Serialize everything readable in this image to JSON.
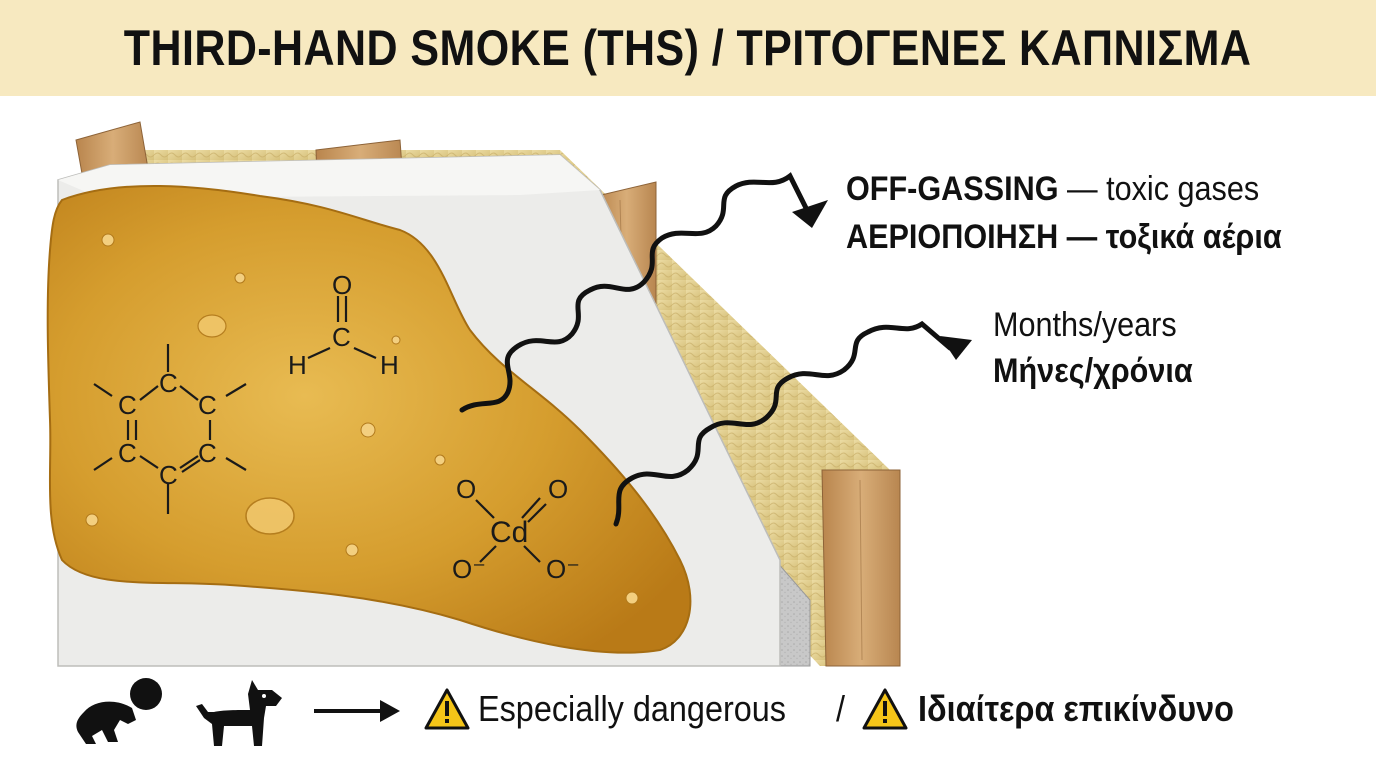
{
  "header": {
    "title": "THIRD-HAND SMOKE (THS) / ΤΡΙΤΟΓΕΝΕΣ ΚΑΠΝΙΣΜΑ"
  },
  "labels": {
    "offgassing_en_bold": "OFF-GASSING",
    "offgassing_en_rest": " — toxic gases",
    "offgassing_gr_bold": "ΑΕΡΙΟΠΟΙΗΣΗ — τοξικά αέρια",
    "duration_en": "Months/years",
    "duration_gr": "Μήνες/χρόνια"
  },
  "molecules": {
    "formaldehyde": {
      "o": "O",
      "c": "C",
      "h": "H"
    },
    "benzene_atom": "C",
    "cadmium": {
      "center": "Cd",
      "o": "O",
      "ominus": "O⁻"
    }
  },
  "warning": {
    "en": "Especially dangerous",
    "separator": "/",
    "gr": "Ιδιαίτερα επικίνδυνο",
    "icon": "warning-triangle-icon"
  },
  "icons": [
    "crawling-baby-icon",
    "dog-icon",
    "arrow-right-icon",
    "warning-triangle-icon"
  ],
  "colors": {
    "title_bg": "#f7e9c0",
    "residue": "#d9a63a",
    "drywall": "#e9e9e6",
    "stud": "#c89a62",
    "insulation": "#e2cf8f",
    "warning_yellow": "#f5c518"
  }
}
